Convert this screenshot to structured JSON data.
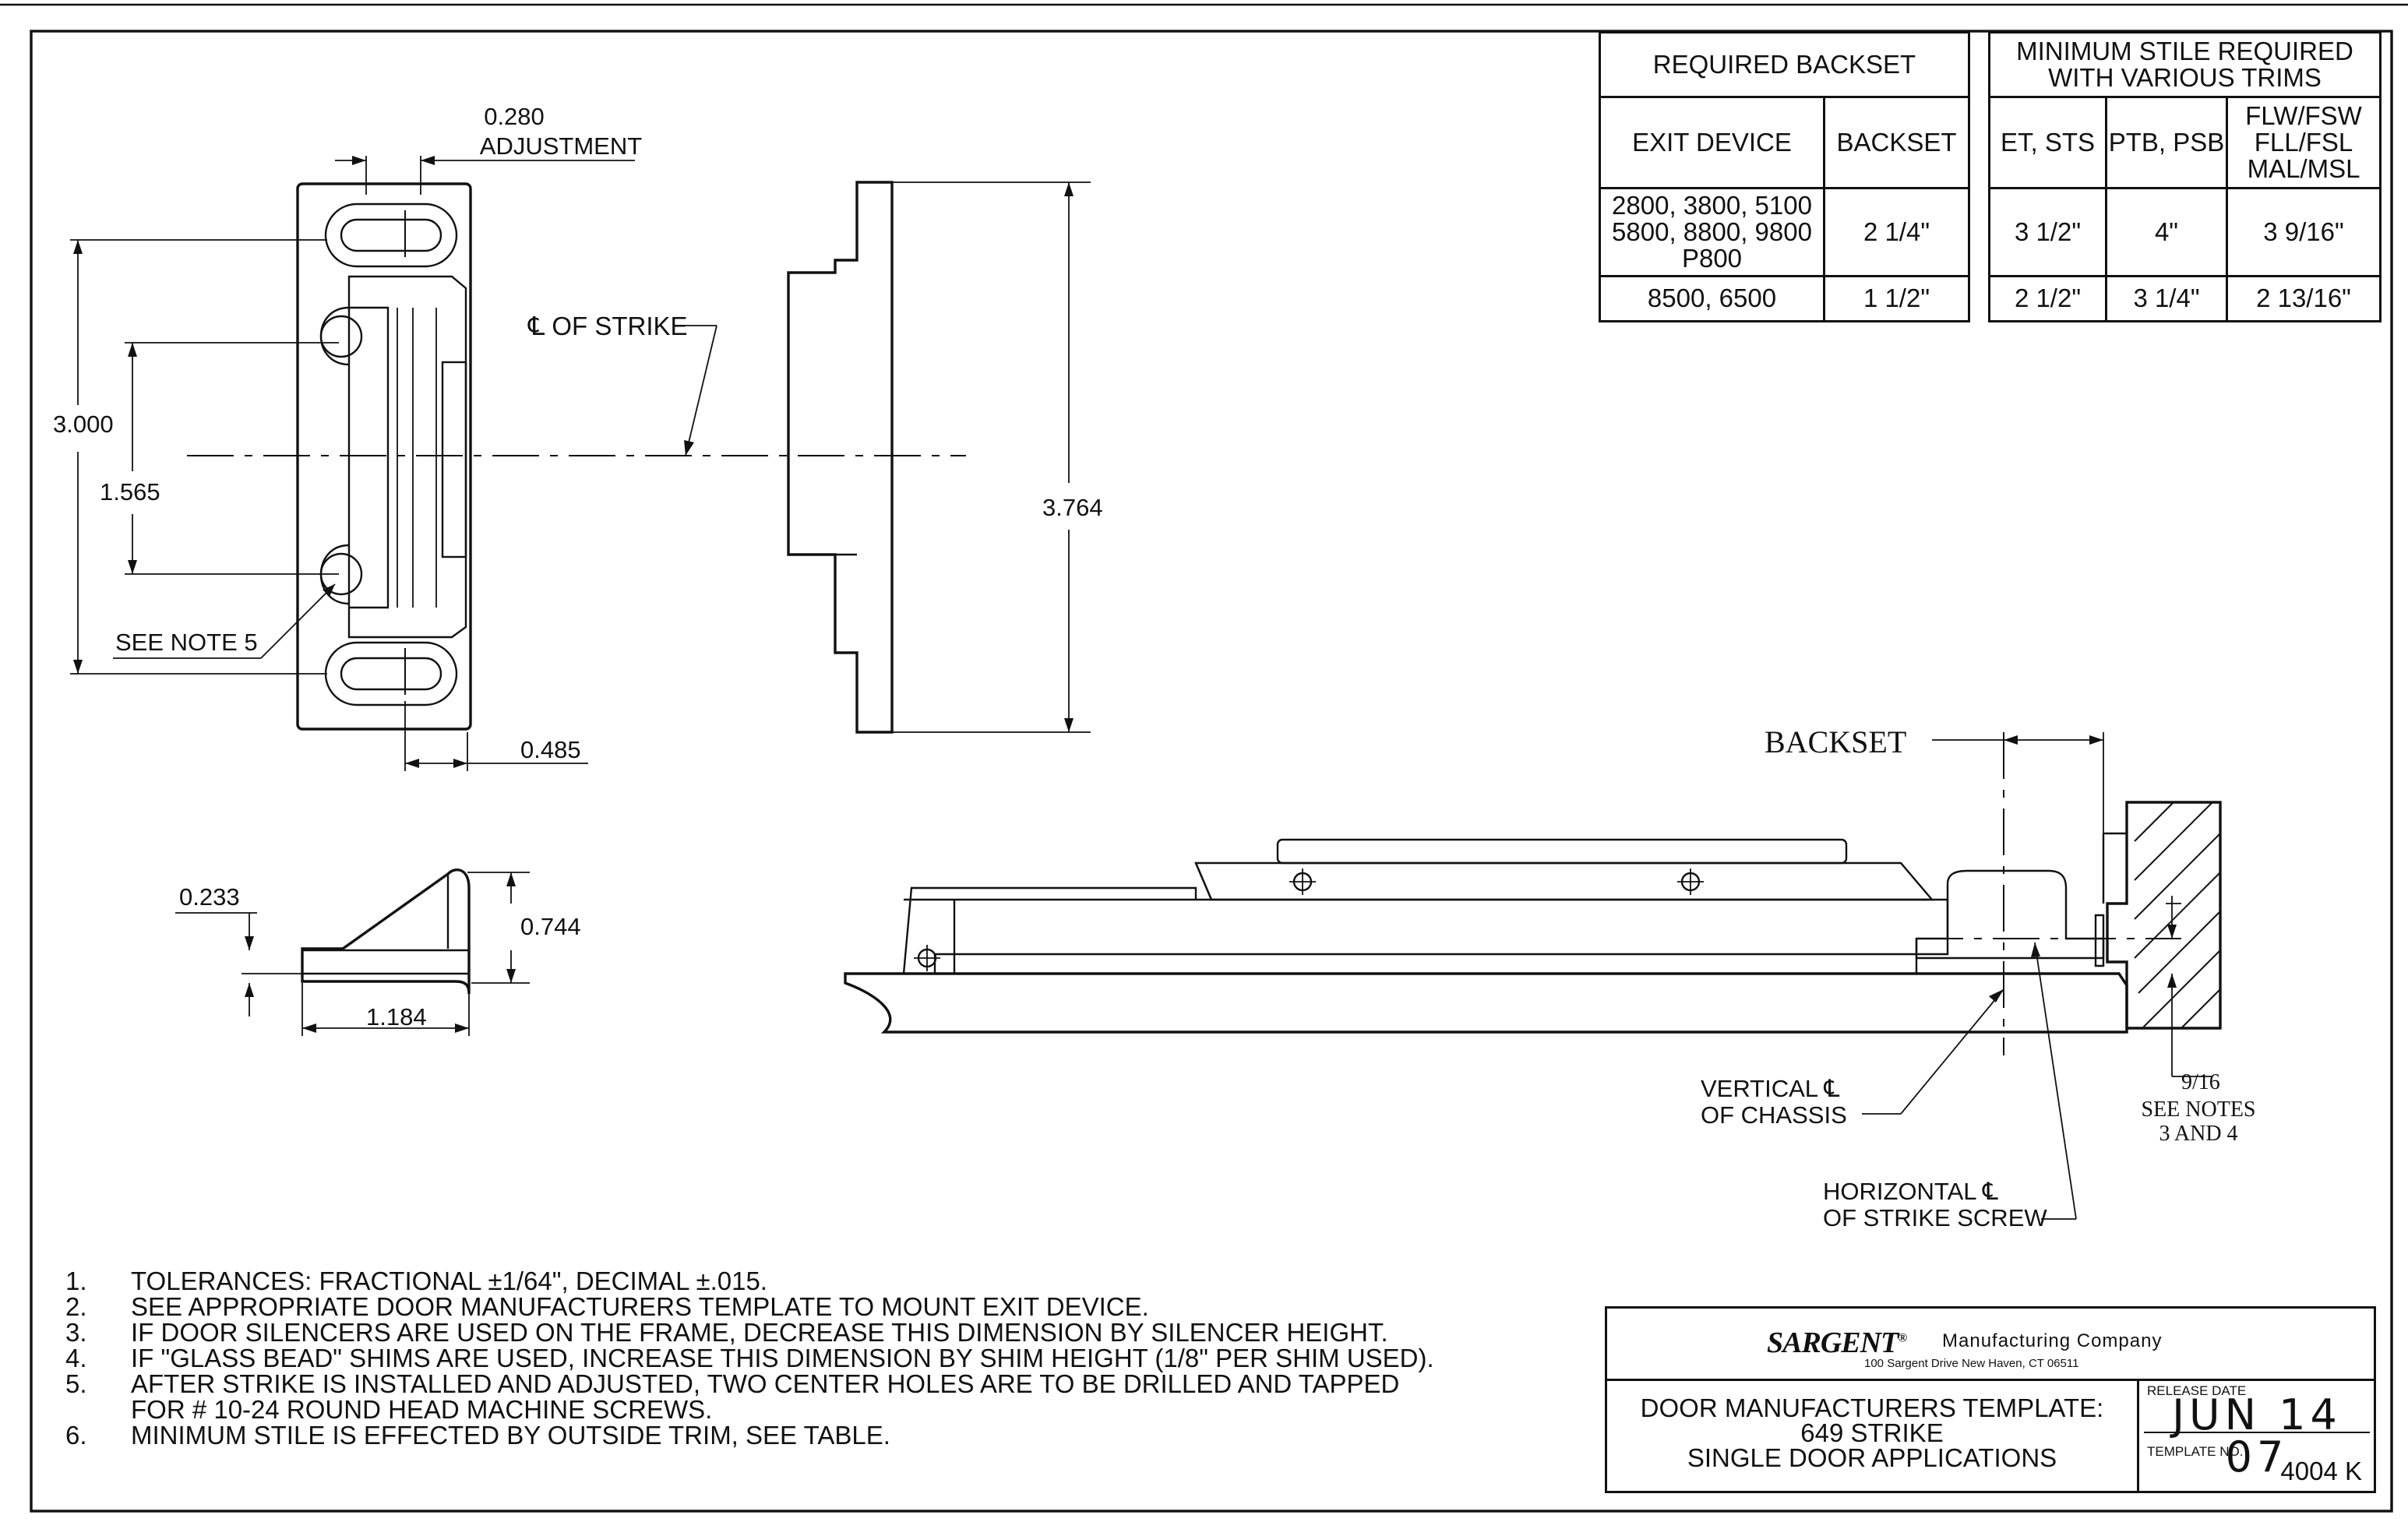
{
  "table": {
    "required_backset_header": "REQUIRED BACKSET",
    "minimum_stile_header": "MINIMUM STILE REQUIRED WITH VARIOUS TRIMS",
    "col_exit_device": "EXIT DEVICE",
    "col_backset": "BACKSET",
    "col_et_sts": "ET, STS",
    "col_ptb_psb": "PTB, PSB",
    "col_flw": "FLW/FSW FLL/FSL MAL/MSL",
    "rows": [
      {
        "exit_device": "2800, 3800, 5100 5800, 8800, 9800 P800",
        "backset": "2 1/4\"",
        "et_sts": "3 1/2\"",
        "ptb_psb": "4\"",
        "flw": "3 9/16\""
      },
      {
        "exit_device": "8500, 6500",
        "backset": "1 1/2\"",
        "et_sts": "2 1/2\"",
        "ptb_psb": "3 1/4\"",
        "flw": "2 13/16\""
      }
    ]
  },
  "dimensions": {
    "adjustment_value": "0.280",
    "adjustment_label": "ADJUSTMENT",
    "cl_of_strike": "℄ OF STRIKE",
    "overall_height": "3.000",
    "hole_spacing": "1.565",
    "see_note_5": "SEE NOTE 5",
    "width_offset": "0.485",
    "side_height": "3.764",
    "lip_height": "0.233",
    "profile_height": "0.744",
    "profile_width": "1.184",
    "backset_label": "BACKSET",
    "vertical_cl": "VERTICAL ℄",
    "of_chassis": "OF CHASSIS",
    "horizontal_cl": "HORIZONTAL ℄",
    "of_strike_screw": "OF STRIKE SCREW",
    "nine_sixteenths": "9/16",
    "see_notes": "SEE NOTES",
    "three_and_four": "3 AND 4"
  },
  "notes": [
    {
      "num": "1.",
      "text": "TOLERANCES: FRACTIONAL ±1/64\", DECIMAL ±.015."
    },
    {
      "num": "2.",
      "text": "SEE APPROPRIATE DOOR MANUFACTURERS TEMPLATE TO MOUNT EXIT DEVICE."
    },
    {
      "num": "3.",
      "text": "IF DOOR SILENCERS ARE USED ON THE FRAME, DECREASE  THIS DIMENSION BY SILENCER HEIGHT."
    },
    {
      "num": "4.",
      "text": "IF \"GLASS BEAD\" SHIMS ARE USED, INCREASE THIS  DIMENSION BY SHIM HEIGHT (1/8\" PER SHIM USED)."
    },
    {
      "num": "5.",
      "text": "AFTER STRIKE IS INSTALLED AND ADJUSTED, TWO  CENTER HOLES ARE TO BE DRILLED AND TAPPED FOR # 10-24 ROUND HEAD MACHINE SCREWS."
    },
    {
      "num": "6.",
      "text": "MINIMUM STILE IS EFFECTED BY OUTSIDE TRIM, SEE TABLE."
    }
  ],
  "title_block": {
    "logo": "SARGENT",
    "logo_mark": "®",
    "company": "Manufacturing Company",
    "address": "100 Sargent Drive New Haven, CT 06511",
    "title_line1": "DOOR MANUFACTURERS TEMPLATE:",
    "title_line2": "649 STRIKE",
    "title_line3": "SINGLE DOOR APPLICATIONS",
    "release_date_label": "RELEASE DATE",
    "release_date": "JUN 14 07",
    "template_no_label": "TEMPLATE NO.",
    "template_no": "4004 K"
  }
}
